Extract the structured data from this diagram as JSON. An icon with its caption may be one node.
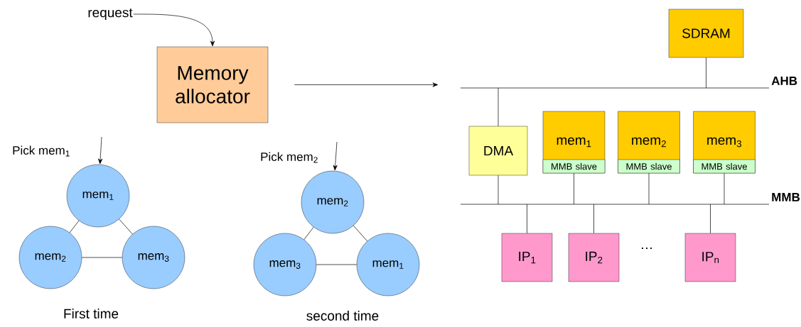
{
  "diagram": {
    "nodes": [
      {
        "text": [
          "request"
        ]
      },
      {
        "text": [
          "Memory allocator"
        ]
      },
      {
        "text": [
          "mem$_{1}$"
        ],
        "beside": [
          "Pick mem$_{1}$"
        ]
      },
      {
        "text": [
          "mem$_{2}$"
        ]
      },
      {
        "text": [
          "mem$_{3}$"
        ]
      },
      {
        "text": [
          "mem$_{2}$"
        ],
        "beside": [
          "Pick mem$_{2}$"
        ]
      },
      {
        "text": [
          "mem$_{3}$"
        ]
      },
      {
        "text": [
          "mem$_{1}$"
        ]
      },
      {
        "text": [
          "SDRAM"
        ]
      },
      {
        "text": [
          "AHB"
        ]
      },
      {
        "text": [
          "DMA"
        ]
      },
      {
        "text": [
          "mem$_{1}$"
        ]
      },
      {
        "text": [
          "MMB slave"
        ],
        "in": 11
      },
      {
        "text": [
          "mem$_{2}$"
        ]
      },
      {
        "text": [
          "MMB slave"
        ],
        "in": 13
      },
      {
        "text": [
          "mem$_{3}$"
        ]
      },
      {
        "text": [
          "MMB slave"
        ],
        "in": 15
      },
      {
        "text": [
          "MMB"
        ]
      },
      {
        "text": [
          "IP$_{1}$"
        ]
      },
      {
        "text": [
          "IP$_{2}$"
        ]
      },
      {
        "text": [
          "IP$_{n}$"
        ]
      }
    ],
    "edges": [
      {
        "from": 0,
        "to": 1,
        "arrow": "to"
      },
      {
        "from": 1,
        "to": 9,
        "arrow": "to"
      },
      {
        "from": null,
        "to": 2,
        "arrow": "to"
      },
      {
        "from": 2,
        "to": 3,
        "arrow": "none"
      },
      {
        "from": 2,
        "to": 4,
        "arrow": "none"
      },
      {
        "from": 3,
        "to": 4,
        "arrow": "none"
      },
      {
        "from": null,
        "to": 5,
        "arrow": "to"
      },
      {
        "from": 5,
        "to": 6,
        "arrow": "none"
      },
      {
        "from": 5,
        "to": 7,
        "arrow": "none"
      },
      {
        "from": 6,
        "to": 7,
        "arrow": "none"
      },
      {
        "from": 8,
        "to": 9,
        "arrow": "none"
      },
      {
        "from": 10,
        "to": 9,
        "arrow": "none"
      },
      {
        "from": 10,
        "to": 17,
        "arrow": "none"
      },
      {
        "from": 12,
        "to": 17,
        "arrow": "none"
      },
      {
        "from": 14,
        "to": 17,
        "arrow": "none"
      },
      {
        "from": 16,
        "to": 17,
        "arrow": "none"
      },
      {
        "from": 18,
        "to": 17,
        "arrow": "none"
      },
      {
        "from": 19,
        "to": 17,
        "arrow": "none"
      },
      {
        "from": 20,
        "to": 17,
        "arrow": "none"
      }
    ],
    "labels": [
      "…",
      "First time",
      "second time"
    ]
  }
}
